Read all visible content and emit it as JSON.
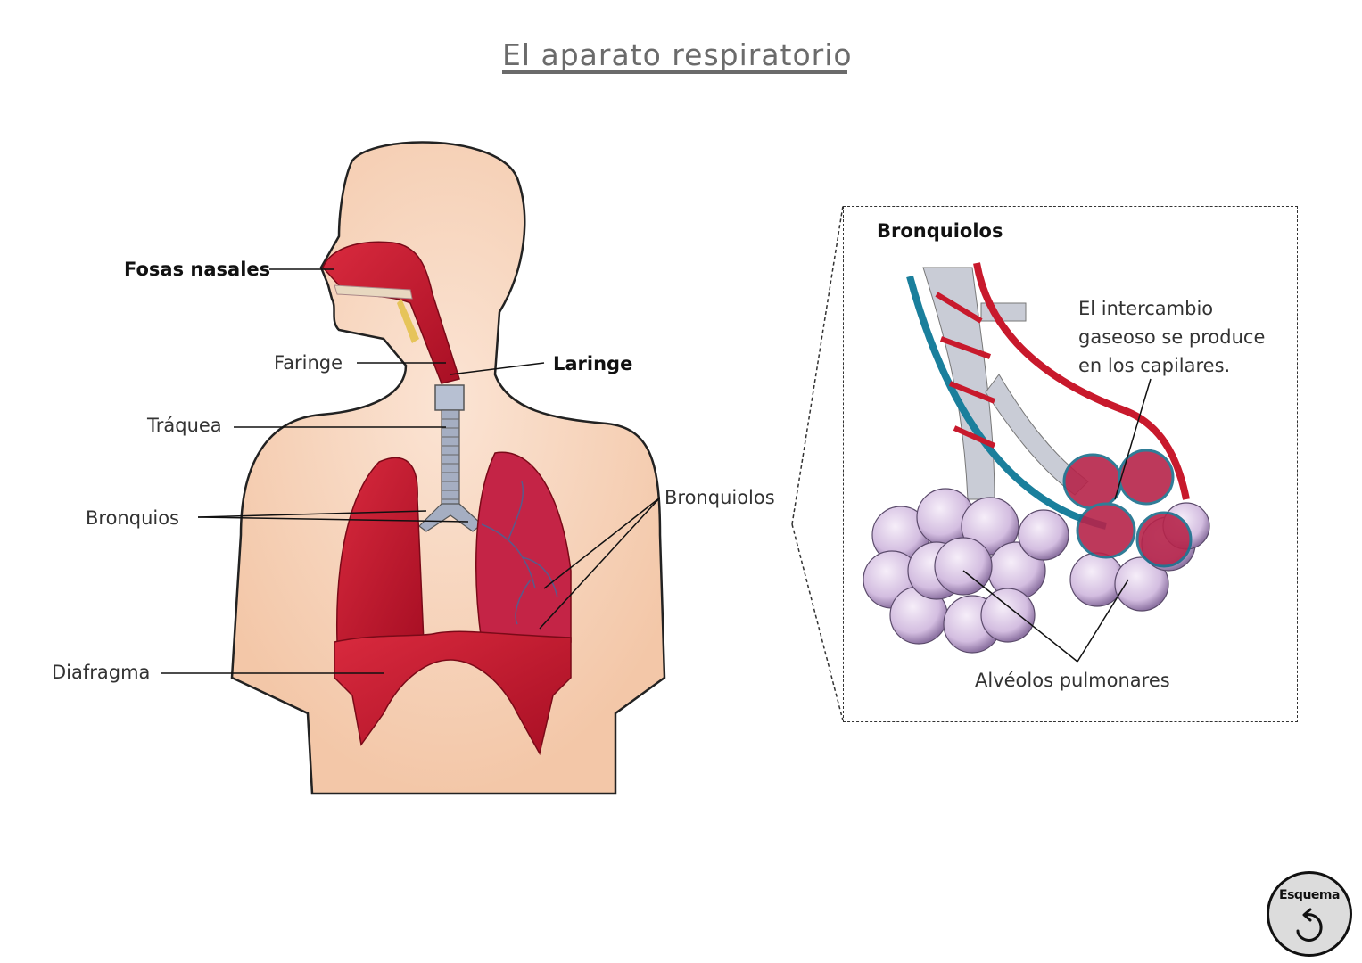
{
  "title": "El aparato respiratorio",
  "body_labels": {
    "fosas_nasales": "Fosas nasales",
    "faringe": "Faringe",
    "laringe": "Laringe",
    "traquea": "Tráquea",
    "bronquios": "Bronquios",
    "bronquiolos": "Bronquiolos",
    "diafragma": "Diafragma"
  },
  "detail": {
    "heading": "Bronquiolos",
    "note_line1": "El intercambio",
    "note_line2": "gaseoso se produce",
    "note_line3": "en los capilares.",
    "alveolos": "Alvéolos pulmonares"
  },
  "nav": {
    "esquema_label": "Esquema",
    "icon": "rotate-back-icon"
  },
  "colors": {
    "title": "#6b6b6b",
    "skin": "#f7d4bc",
    "organ_red": "#c0182e",
    "trachea": "#9aa4b8",
    "alveoli": "#d9c3e3",
    "vein_blue": "#1a7f9c",
    "button_bg": "#dcdcdc"
  }
}
